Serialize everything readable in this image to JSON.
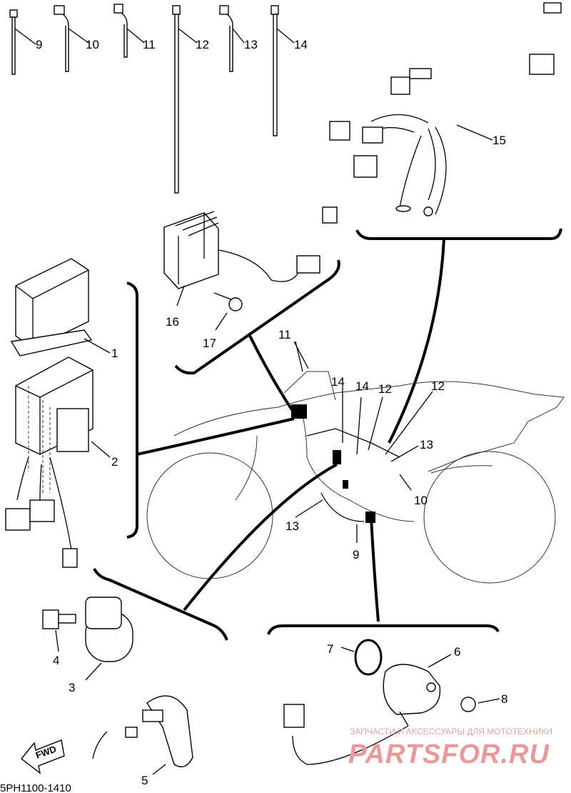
{
  "diagram": {
    "part_code": "5PH1100-1410",
    "callouts": {
      "c1": "1",
      "c2": "2",
      "c3": "3",
      "c4": "4",
      "c5": "5",
      "c6": "6",
      "c7": "7",
      "c8": "8",
      "c9_tie": "9",
      "c9_bike": "9",
      "c10_tie": "10",
      "c10_bike": "10",
      "c11_tie": "11",
      "c11_bike": "11",
      "c12_tie": "12",
      "c12_bike_a": "12",
      "c12_bike_b": "12",
      "c13_tie": "13",
      "c13_bike_a": "13",
      "c13_bike_b": "13",
      "c14_tie": "14",
      "c14_bike_a": "14",
      "c14_bike_b": "14",
      "c15": "15",
      "c16": "16",
      "c17": "17"
    },
    "fwd_label": "FWD",
    "watermark": {
      "tagline": "ЗАПЧАСТИ И АКСЕССУАРЫ ДЛЯ МОТОТЕХНИКИ",
      "brand": "PARTSFOR.RU"
    }
  }
}
